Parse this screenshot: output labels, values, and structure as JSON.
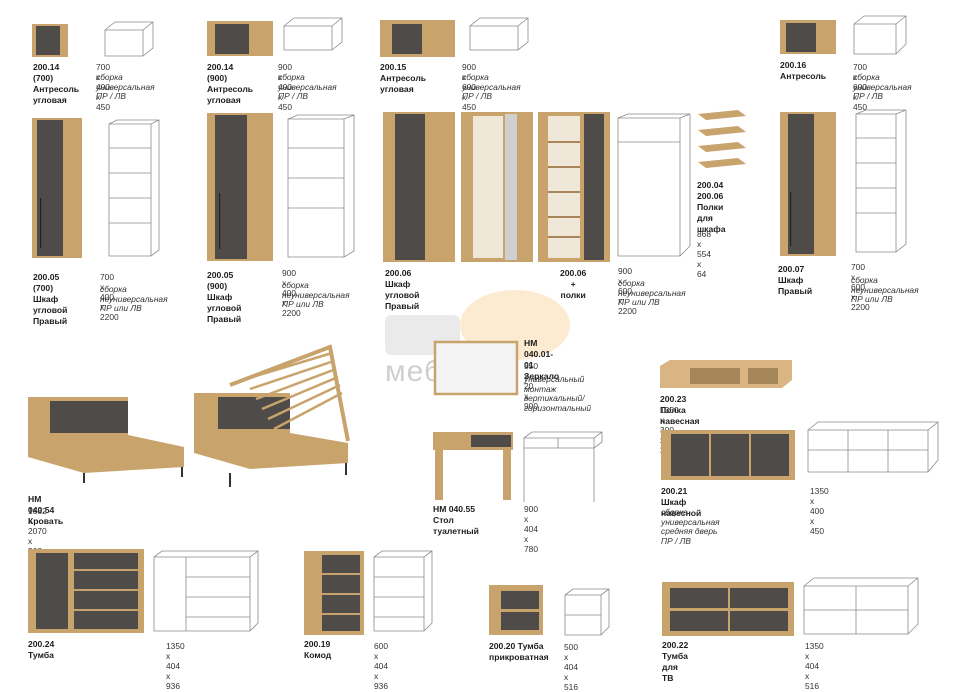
{
  "watermark": {
    "text": "мебела"
  },
  "items": {
    "a2001470": {
      "code": "200.14 (700)\nАнтресоль\nугловая",
      "dims": "700 х 400 х 450",
      "note": "сборка\nуниверсальная\nПР / ЛВ"
    },
    "a2001490": {
      "code": "200.14 (900)\nАнтресоль\nугловая",
      "dims": "900 х 400 х 450",
      "note": "сборка\nуниверсальная\nПР / ЛВ"
    },
    "a20015": {
      "code": "200.15\nАнтресоль\nугловая",
      "dims": "900 х 600 х 450",
      "note": "сборка\nуниверсальная\nПР / ЛВ"
    },
    "a20016": {
      "code": "200.16\nАнтресоль",
      "dims": "700 х 600 х 450",
      "note": "сборка\nуниверсальная\nПР / ЛВ"
    },
    "w2000570": {
      "code": "200.05 (700)\nШкаф\nугловой\nПравый",
      "dims": "700 х 400 х 2200",
      "note": "сборка\nнеуниверсальная\nПР или ЛВ"
    },
    "w2000590": {
      "code": "200.05 (900)\nШкаф\nугловой\nПравый",
      "dims": "900 х 400 х 2200",
      "note": "сборка\nнеуниверсальная\nПР или ЛВ"
    },
    "w20006": {
      "code": "200.06\nШкаф угловой\nПравый",
      "code2": "200.06\n+\nполки",
      "dims": "900 х 600 х 2200",
      "note": "сборка\nнеуниверсальная\nПР или ЛВ"
    },
    "shelves": {
      "code": "200.04\n200.06\nПолки для\nшкафа",
      "dims": "868 х 554 х 64"
    },
    "w20007": {
      "code": "200.07 Шкаф\nПравый",
      "dims": "700 х 600 х 2200",
      "note": "сборка\nнеуниверсальная\nПР или ЛВ"
    },
    "mirror": {
      "code": "НМ 040.01-01\nЗеркало",
      "dims": "550 х 20 х 900",
      "note": "универсальный\nмонтаж\nвертикальный/\nгоризонтальный"
    },
    "shelf23": {
      "code": "200.23 Полка навесная",
      "dims": "1350 х 300 х 200"
    },
    "bed": {
      "code": "НМ 040.54 Кровать",
      "dims": "1682 х 2070 х 968"
    },
    "table": {
      "code": "НМ 040.55 Стол\nтуалетный",
      "dims": "900 х 404 х 780"
    },
    "hang21": {
      "code": "200.21 Шкаф\nнавесной",
      "dims": "1350 х 400 х 450",
      "note": "сборка\nуниверсальная\nсредняя дверь ПР / ЛВ"
    },
    "t24": {
      "code": "200.24 Тумба",
      "dims": "1350 х 404 х 936"
    },
    "k19": {
      "code": "200.19 Комод",
      "dims": "600 х 404 х 936"
    },
    "t20": {
      "code": "200.20 Тумба\nприкроватная",
      "dims": "500 х 404 х 516"
    },
    "t22": {
      "code": "200.22 Тумба для ТВ",
      "dims": "1350 х 404 х 516"
    }
  }
}
